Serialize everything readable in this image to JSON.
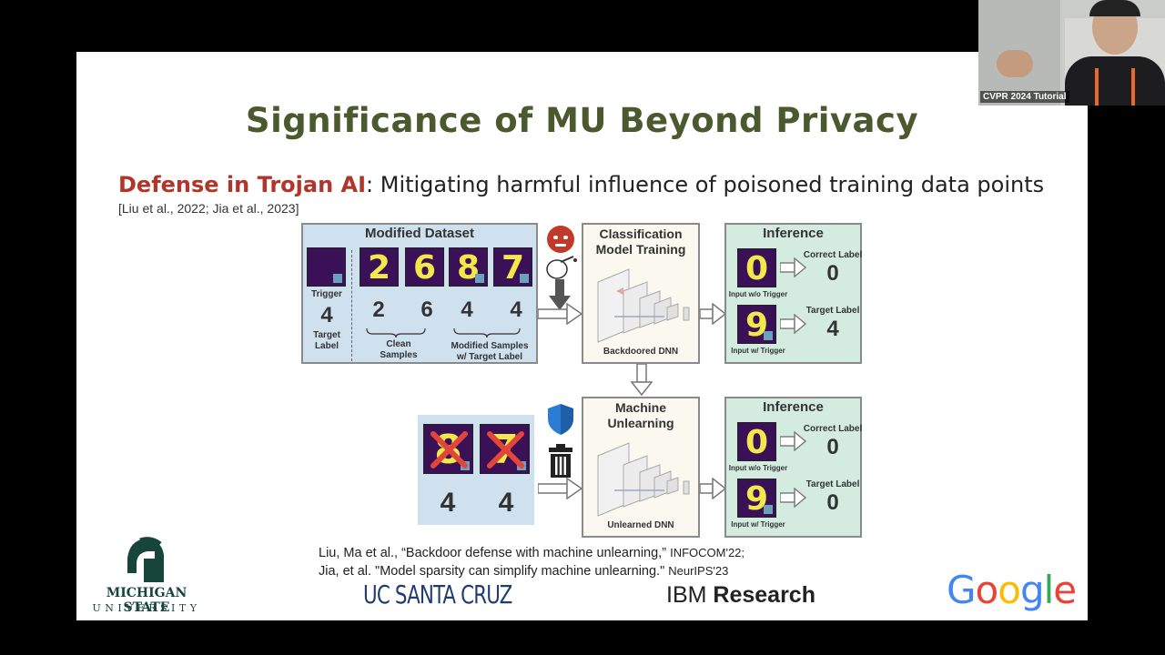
{
  "slide": {
    "title": "Significance of MU Beyond Privacy",
    "subtitle_highlight": "Defense in Trojan AI",
    "subtitle_rest": ": Mitigating harmful influence of poisoned training data points",
    "citation": "[Liu et al., 2022; Jia et al., 2023]"
  },
  "diagram": {
    "modified_dataset": {
      "title": "Modified Dataset",
      "trigger_label": "Trigger",
      "target_value": "4",
      "target_label": "Target\nLabel",
      "digits": [
        "2",
        "6",
        "8",
        "7"
      ],
      "labels": [
        "2",
        "6",
        "4",
        "4"
      ],
      "clean_caption": "Clean\nSamples",
      "modified_caption": "Modified Samples\nw/ Target Label"
    },
    "training": {
      "title": "Classification\nModel Training",
      "caption": "Backdoored DNN"
    },
    "inference_top": {
      "title": "Inference",
      "digit_a": "0",
      "digit_b": "9",
      "caption_a": "Input w/o Trigger",
      "caption_b": "Input w/ Trigger",
      "result_a_label": "Correct Label",
      "result_a_value": "0",
      "result_b_label": "Target Label",
      "result_b_value": "4"
    },
    "unlearning": {
      "title": "Machine\nUnlearning",
      "caption": "Unlearned DNN",
      "forget_digits": [
        "8",
        "7"
      ],
      "forget_labels": [
        "4",
        "4"
      ]
    },
    "inference_bottom": {
      "title": "Inference",
      "digit_a": "0",
      "digit_b": "9",
      "caption_a": "Input w/o Trigger",
      "caption_b": "Input w/ Trigger",
      "result_a_label": "Correct Label",
      "result_a_value": "0",
      "result_b_label": "Target Label",
      "result_b_value": "0"
    }
  },
  "references": [
    {
      "text": "Liu, Ma et al., “Backdoor defense with machine unlearning,” ",
      "venue": "INFOCOM'22;"
    },
    {
      "text": "Jia, et al. \"Model sparsity can simplify machine unlearning.\" ",
      "venue": "NeurIPS'23"
    }
  ],
  "logos": {
    "msu_line1": "MICHIGAN STATE",
    "msu_line2": "UNIVERSITY",
    "ucsc": "UC SANTA CRUZ",
    "ibm_a": "IBM",
    "ibm_b": "Research",
    "google": [
      "G",
      "o",
      "o",
      "g",
      "l",
      "e"
    ]
  },
  "webcam": {
    "label": "CVPR 2024 Tutorial"
  },
  "colors": {
    "title": "#4a5a2e",
    "highlight": "#b0352a",
    "msu_green": "#18453b",
    "google": [
      "#4285F4",
      "#EA4335",
      "#FBBC05",
      "#4285F4",
      "#34A853",
      "#EA4335"
    ]
  }
}
